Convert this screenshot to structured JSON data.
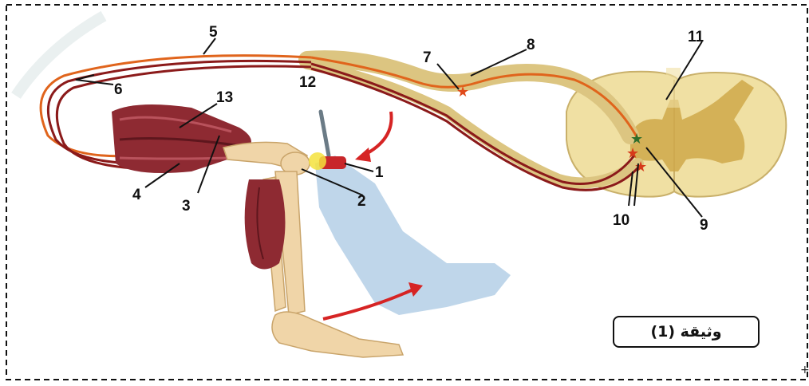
{
  "figure": {
    "caption": "وثيقة (1)",
    "corner_mark": "+",
    "labels": [
      "1",
      "2",
      "3",
      "4",
      "5",
      "6",
      "7",
      "8",
      "9",
      "10",
      "11",
      "12",
      "13"
    ]
  },
  "colors": {
    "border": "#111111",
    "sensory_fiber": "#e0641c",
    "motor_fiber": "#8b1a1a",
    "nerve": "#dcc581",
    "spinal_cord": "#f0e0a3",
    "grey_matter": "#cfa84a",
    "muscle": "#8e2a32",
    "bone": "#f0d5a8",
    "skin": "#a9c8e3",
    "arrow": "#d62424"
  }
}
